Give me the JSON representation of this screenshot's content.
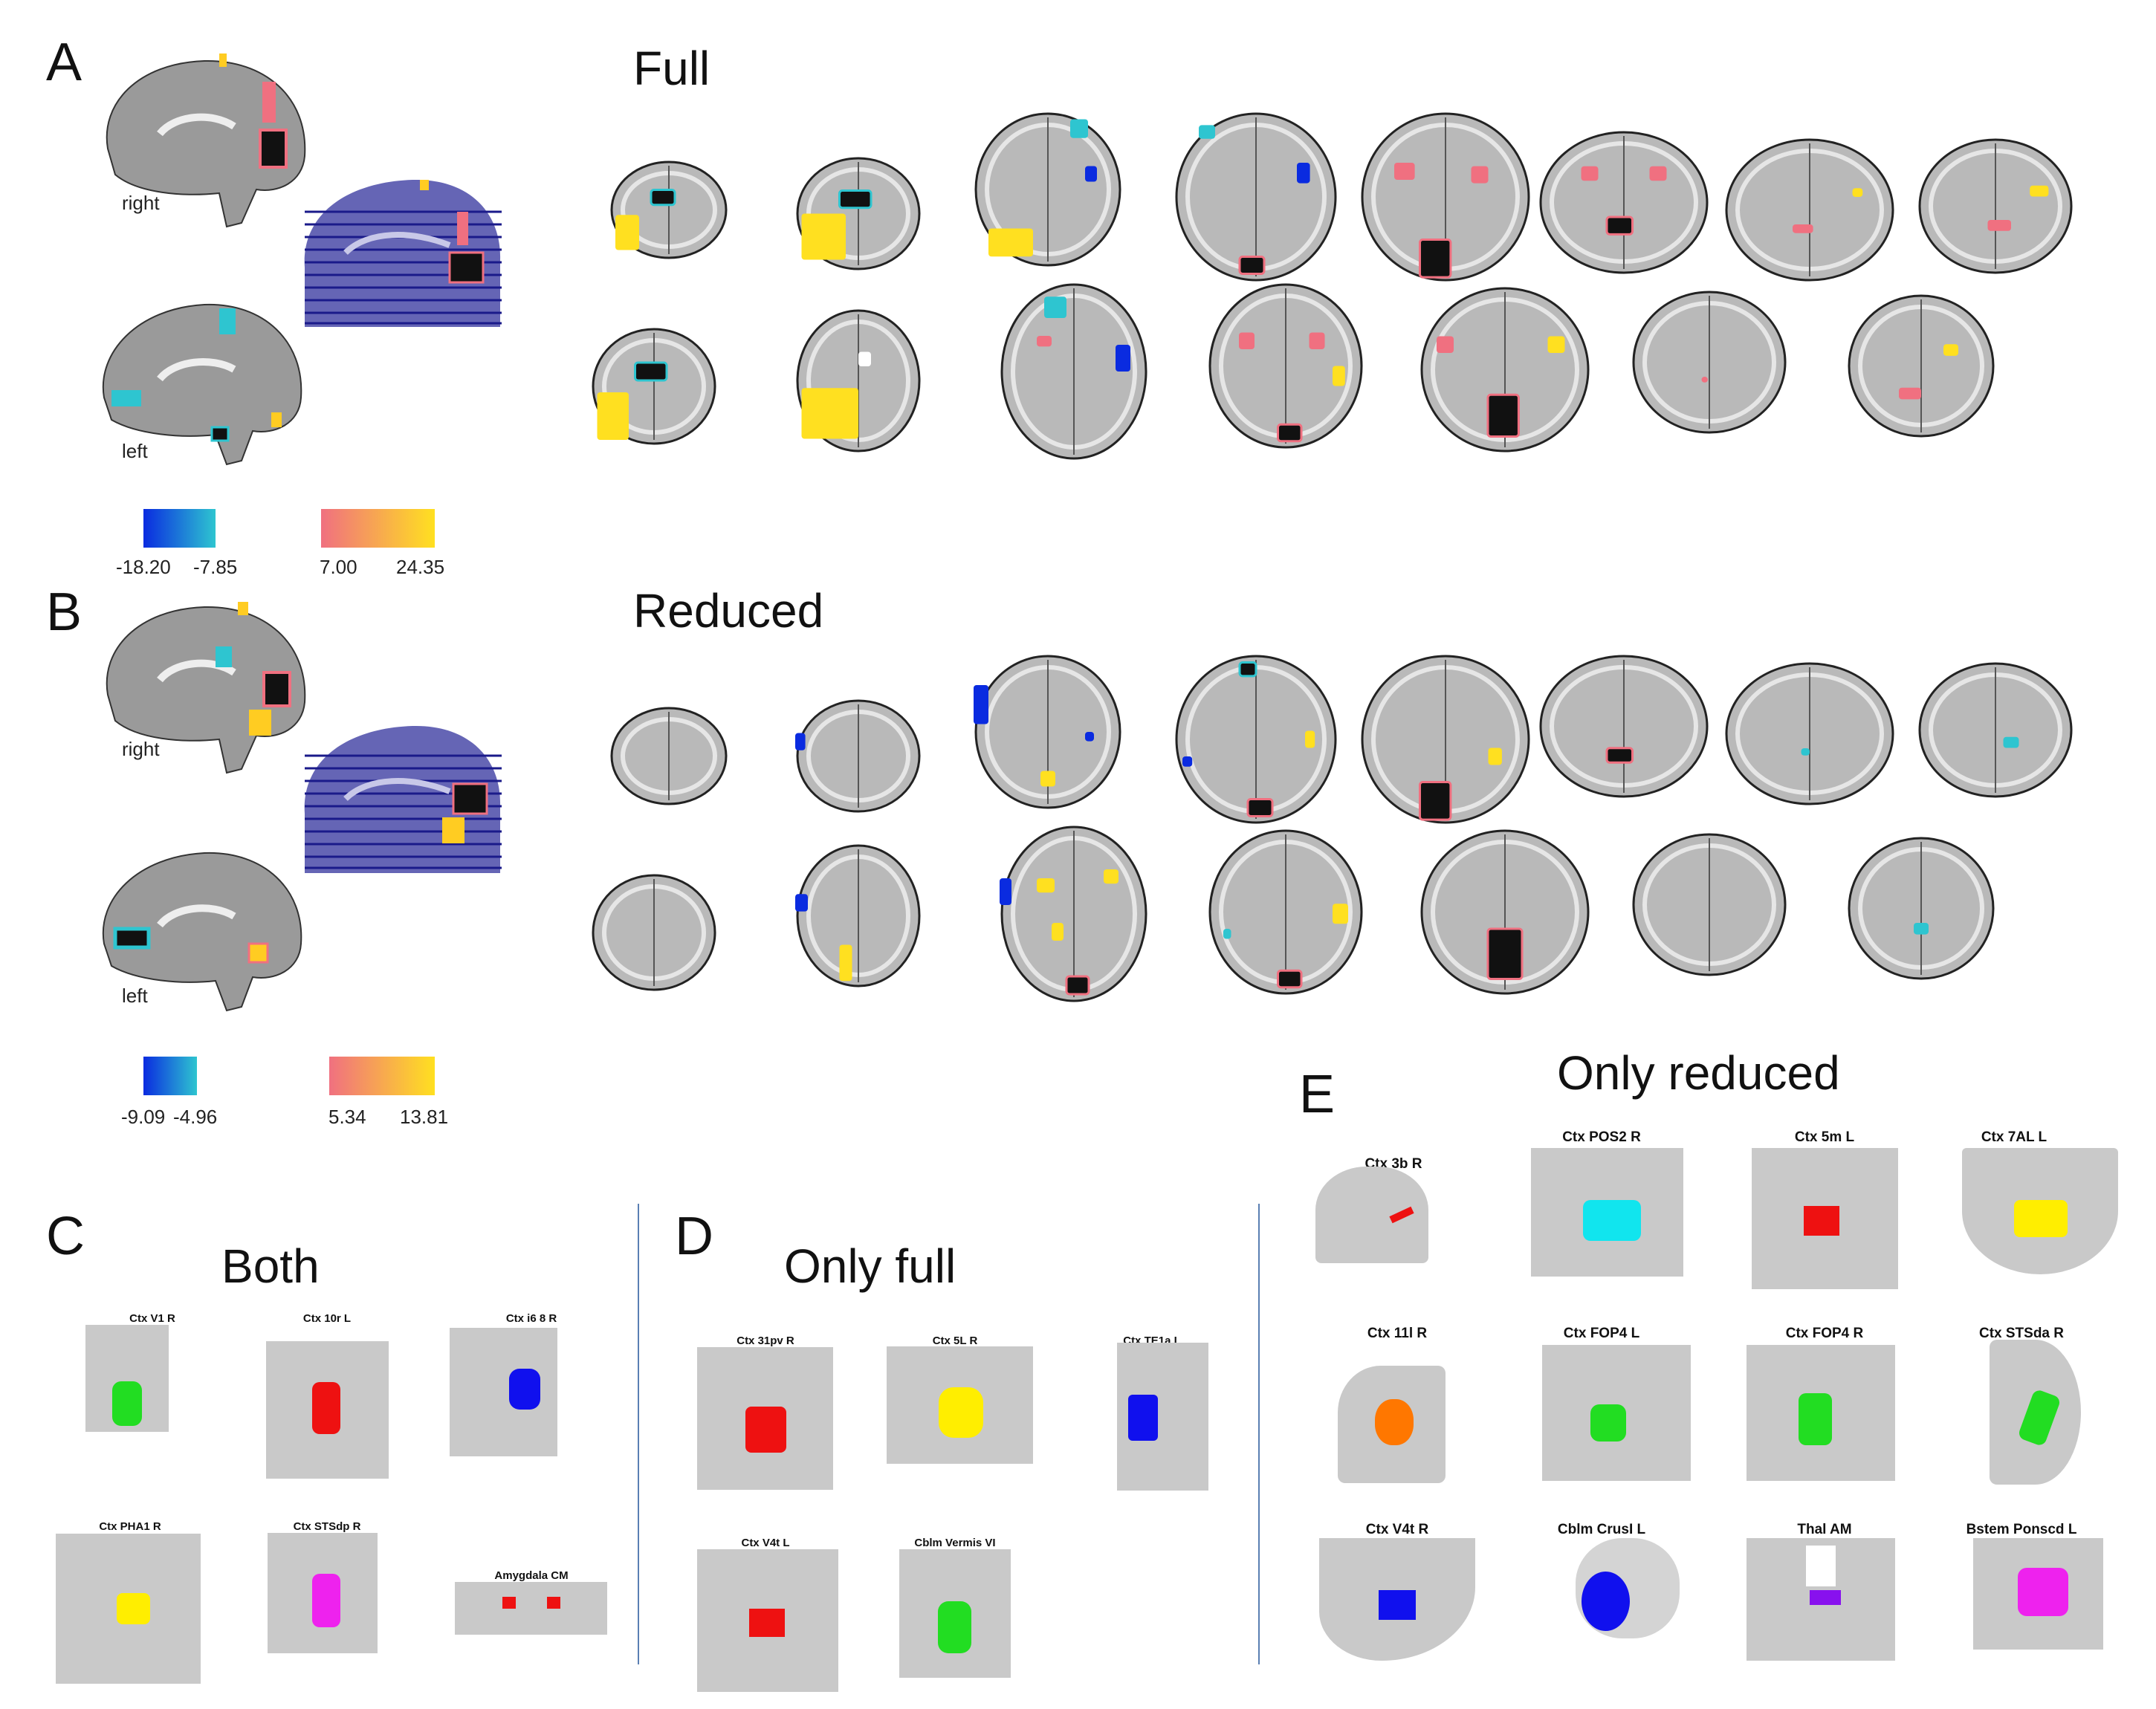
{
  "panels": {
    "a": {
      "letter": "A",
      "title": "Full",
      "label_right": "right",
      "label_left": "left",
      "colorbar": {
        "neg_min": "-18.20",
        "neg_max": "-7.85",
        "pos_min": "7.00",
        "pos_max": "24.35"
      }
    },
    "b": {
      "letter": "B",
      "title": "Reduced",
      "label_right": "right",
      "label_left": "left",
      "colorbar": {
        "neg_min": "-9.09",
        "neg_max": "-4.96",
        "pos_min": "5.34",
        "pos_max": "13.81"
      }
    },
    "c": {
      "letter": "C",
      "title": "Both",
      "rois": [
        "Ctx V1 R",
        "Ctx 10r L",
        "Ctx i6 8 R",
        "Ctx PHA1 R",
        "Ctx STSdp R",
        "Amygdala CM"
      ]
    },
    "d": {
      "letter": "D",
      "title": "Only full",
      "rois": [
        "Ctx 31pv R",
        "Ctx 5L R",
        "Ctx TE1a L",
        "Ctx V4t L",
        "Cblm Vermis VI"
      ]
    },
    "e": {
      "letter": "E",
      "title": "Only reduced",
      "rois": [
        "Ctx 3b R",
        "Ctx POS2 R",
        "Ctx 5m L",
        "Ctx 7AL L",
        "Ctx 11l R",
        "Ctx FOP4 L",
        "Ctx FOP4 R",
        "Ctx STSda R",
        "Ctx V4t R",
        "Cblm CrusI L",
        "Thal AM",
        "Bstem Ponscd L"
      ]
    }
  },
  "colors": {
    "neg_low": "#0a2be0",
    "neg_high": "#2ec5d0",
    "pos_low": "#f07080",
    "pos_high": "#ffe020",
    "roi_green": "#22dd22",
    "roi_red": "#ee1111",
    "roi_blue": "#1010ee",
    "roi_yellow": "#ffee00",
    "roi_magenta": "#ee22ee",
    "roi_cyan": "#11e5ee",
    "roi_orange": "#ff7700",
    "roi_purple": "#8811ee"
  }
}
